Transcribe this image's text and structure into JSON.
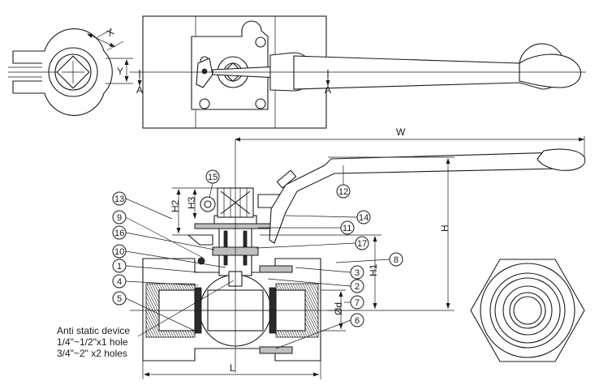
{
  "top_view": {
    "labels": {
      "x": "X",
      "y": "Y",
      "a_left": "A",
      "a_right": "A"
    }
  },
  "front_view": {
    "dimensions": {
      "w": "W",
      "h": "H",
      "h1": "H1",
      "h2": "H2",
      "h3": "H3",
      "od": "Ød",
      "l": "L"
    },
    "callouts": [
      "1",
      "2",
      "3",
      "4",
      "5",
      "6",
      "7",
      "8",
      "9",
      "10",
      "11",
      "12",
      "13",
      "14",
      "15",
      "16",
      "17"
    ],
    "note": {
      "line1": "Anti static device",
      "line2": "1/4\"~1/2\"x1 hole",
      "line3": "3/4\"~2\"  x2 holes"
    }
  }
}
